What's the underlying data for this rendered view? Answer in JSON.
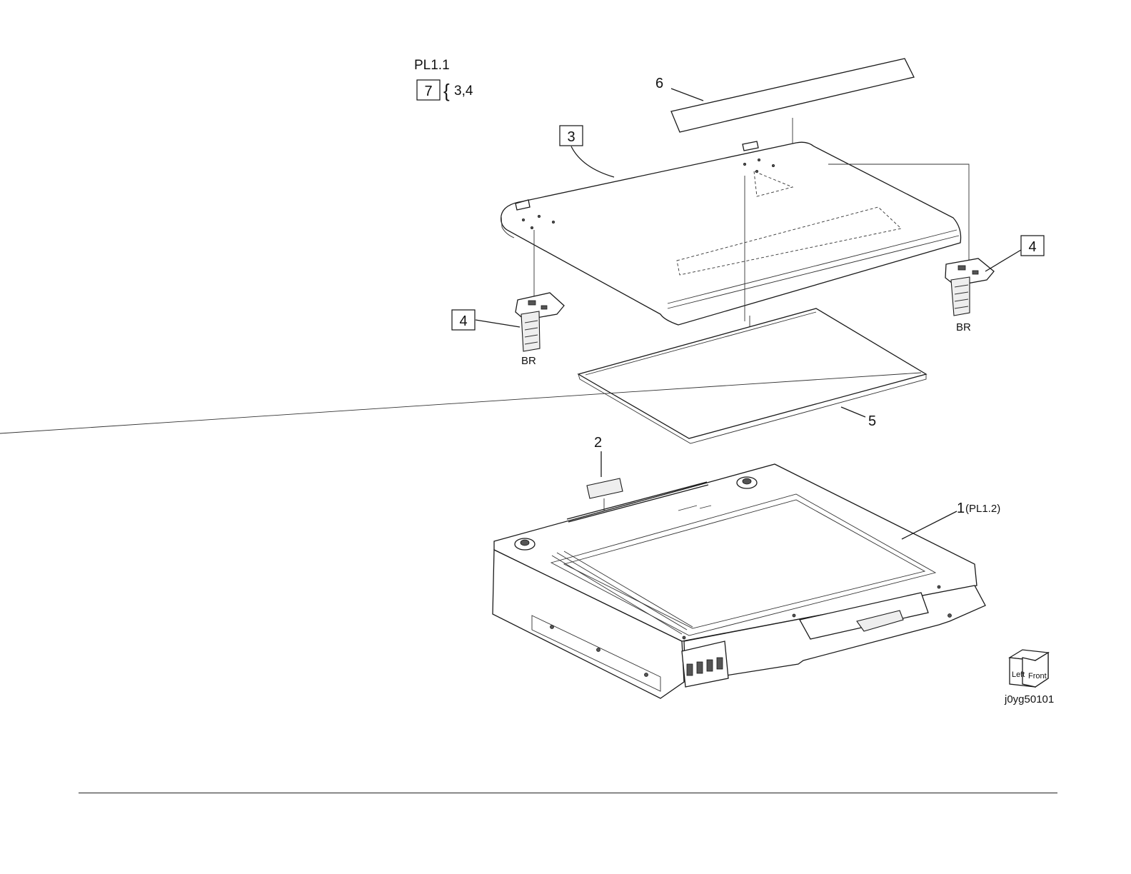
{
  "header": {
    "plate": "PL1.1",
    "kit_box": "7",
    "kit_items": "3,4"
  },
  "callouts": {
    "p1": "1",
    "p1_ref": "(PL1.2)",
    "p2": "2",
    "p3": "3",
    "p4_left": "4",
    "p4_right": "4",
    "p5": "5",
    "p6": "6",
    "br_left": "BR",
    "br_right": "BR"
  },
  "orientation": {
    "left": "Left",
    "front": "Front"
  },
  "figure_id": "j0yg50101"
}
